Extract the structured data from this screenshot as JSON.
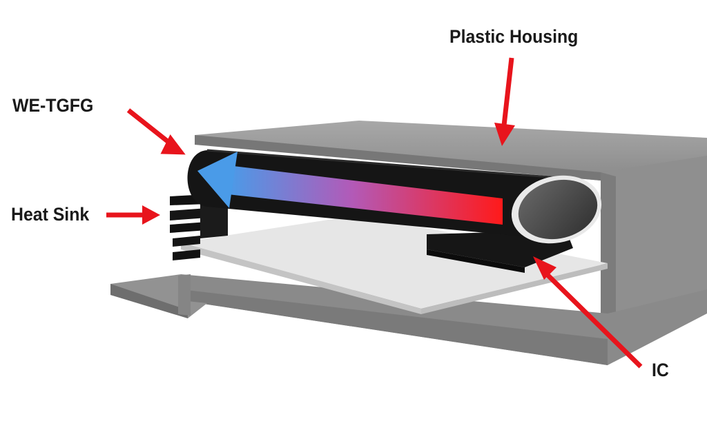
{
  "labels": {
    "plastic_housing": "Plastic Housing",
    "we_tgfg": "WE-TGFG",
    "heat_sink": "Heat Sink",
    "ic": "IC"
  },
  "colors": {
    "arrow_red": "#e8141c",
    "housing_gray": "#8e8e8e",
    "tgfg_black": "#141414",
    "heat_flow_start": "#4a9be8",
    "heat_flow_end": "#ff1a1a",
    "pcb_light": "#e4e4e4"
  }
}
